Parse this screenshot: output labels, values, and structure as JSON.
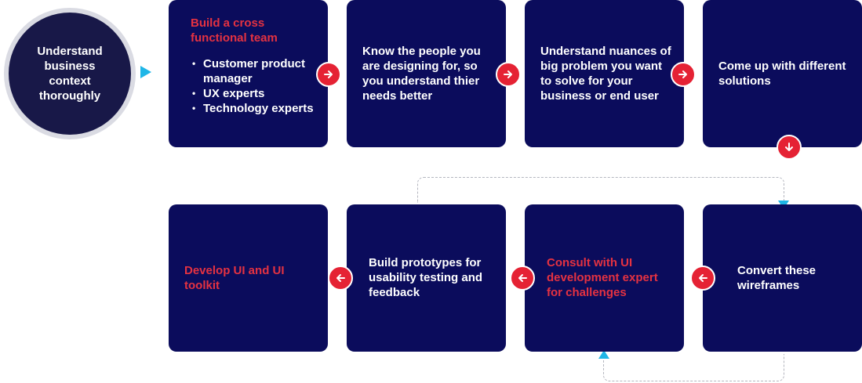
{
  "start": {
    "label": "Understand business context thoroughly"
  },
  "steps": [
    {
      "title": "Build a cross functional team",
      "bullets": [
        "Customer product manager",
        "UX experts",
        "Technology experts"
      ]
    },
    {
      "text": "Know the people you are designing for, so you understand thier needs better"
    },
    {
      "text": "Understand nuances of big problem you want to solve for your business or end user"
    },
    {
      "text": "Come up with different solutions"
    },
    {
      "text": "Convert these wireframes"
    },
    {
      "text": "Consult with UI development expert for challenges"
    },
    {
      "text": "Build prototypes for usability testing and feedback"
    },
    {
      "text": "Develop UI and UI toolkit"
    }
  ],
  "colors": {
    "box": "#0b0c5c",
    "start_circle": "#181848",
    "accent_red": "#e53241",
    "connector_triangle": "#1fb6e7",
    "dashed_line": "#b4b6bf"
  },
  "icons": {
    "next": "arrow-right-icon",
    "down": "arrow-down-icon",
    "back": "arrow-left-icon",
    "pointer": "triangle-icon"
  }
}
